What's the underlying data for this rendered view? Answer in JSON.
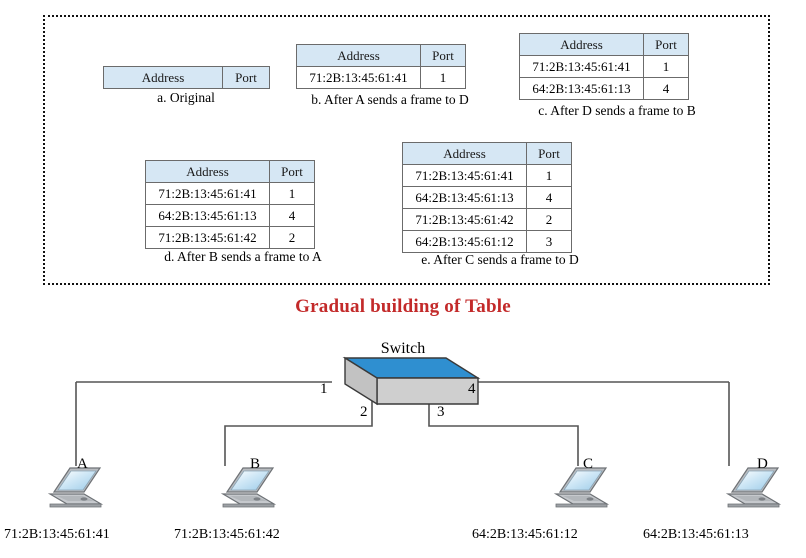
{
  "figure": {
    "red_title": "Gradual building of Table",
    "switch_label": "Switch"
  },
  "table_columns": {
    "address": "Address",
    "port": "Port"
  },
  "tables": [
    {
      "id": "a",
      "caption": "a. Original",
      "rows": []
    },
    {
      "id": "b",
      "caption": "b. After A sends a frame to D",
      "rows": [
        {
          "address": "71:2B:13:45:61:41",
          "port": "1"
        }
      ]
    },
    {
      "id": "c",
      "caption": "c. After D sends a frame to B",
      "rows": [
        {
          "address": "71:2B:13:45:61:41",
          "port": "1"
        },
        {
          "address": "64:2B:13:45:61:13",
          "port": "4"
        }
      ]
    },
    {
      "id": "d",
      "caption": "d. After B sends a frame to A",
      "rows": [
        {
          "address": "71:2B:13:45:61:41",
          "port": "1"
        },
        {
          "address": "64:2B:13:45:61:13",
          "port": "4"
        },
        {
          "address": "71:2B:13:45:61:42",
          "port": "2"
        }
      ]
    },
    {
      "id": "e",
      "caption": "e. After C sends a frame to D",
      "rows": [
        {
          "address": "71:2B:13:45:61:41",
          "port": "1"
        },
        {
          "address": "64:2B:13:45:61:13",
          "port": "4"
        },
        {
          "address": "71:2B:13:45:61:42",
          "port": "2"
        },
        {
          "address": "64:2B:13:45:61:12",
          "port": "3"
        }
      ]
    }
  ],
  "network": {
    "ports": [
      "1",
      "2",
      "3",
      "4"
    ],
    "hosts": [
      {
        "letter": "A",
        "mac": "71:2B:13:45:61:41",
        "port": "1"
      },
      {
        "letter": "B",
        "mac": "71:2B:13:45:61:42",
        "port": "2"
      },
      {
        "letter": "C",
        "mac": "64:2B:13:45:61:12",
        "port": "3"
      },
      {
        "letter": "D",
        "mac": "64:2B:13:45:61:13",
        "port": "4"
      }
    ]
  },
  "colors": {
    "header_fill": "#d6e7f4",
    "title_red": "#c32a2a",
    "switch_top": "#2f8fd0",
    "switch_body": "#cfcfcf",
    "laptop_screen": "#bfe0f2",
    "line": "#555555"
  }
}
